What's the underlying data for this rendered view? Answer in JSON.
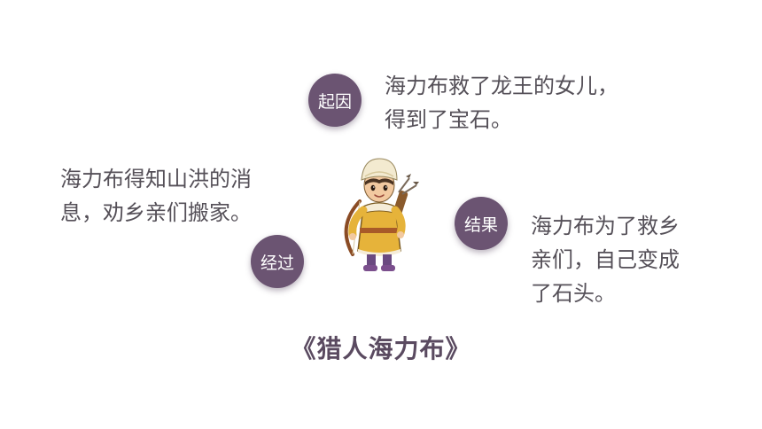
{
  "colors": {
    "badge": "#6b5472",
    "text": "#555058",
    "title": "#5a4a60"
  },
  "cause": {
    "badge": "起因",
    "lines": [
      "海力布救了龙王的女儿，",
      "得到了宝石。"
    ]
  },
  "process": {
    "badge": "经过",
    "lines": [
      "海力布得知山洪的消",
      "息，劝乡亲们搬家。"
    ]
  },
  "result": {
    "badge": "结果",
    "lines": [
      "海力布为了救乡",
      "亲们，自己变成",
      "了石头。"
    ]
  },
  "title": "《猎人海力布》",
  "illustration": {
    "icon": "hunter-with-bow-icon"
  }
}
